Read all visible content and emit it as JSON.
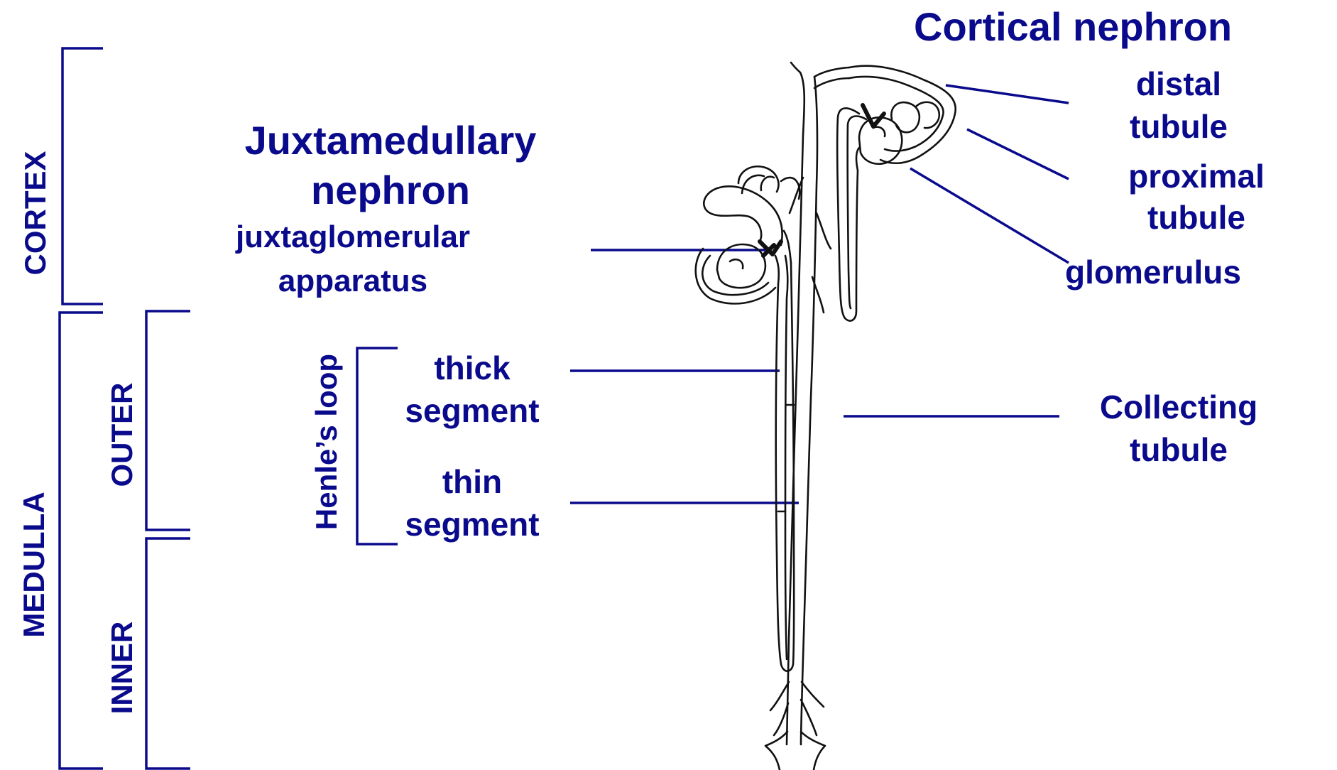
{
  "colors": {
    "label": "#0a0a8c",
    "drawing": "#111111"
  },
  "zones": {
    "cortex": "CORTEX",
    "medulla": "MEDULLA",
    "outer": "OUTER",
    "inner": "INNER"
  },
  "headings": {
    "cortical_nephron": "Cortical nephron",
    "juxtamedullary_line1": "Juxtamedullary",
    "juxtamedullary_line2": "nephron"
  },
  "labels": {
    "juxtaglomerular_line1": "juxtaglomerular",
    "juxtaglomerular_line2": "apparatus",
    "henles_loop": "Henle’s loop",
    "thick_line1": "thick",
    "thick_line2": "segment",
    "thin_line1": "thin",
    "thin_line2": "segment",
    "distal_line1": "distal",
    "distal_line2": "tubule",
    "proximal_line1": "proximal",
    "proximal_line2": "tubule",
    "glomerulus": "glomerulus",
    "collecting_line1": "Collecting",
    "collecting_line2": "tubule"
  }
}
